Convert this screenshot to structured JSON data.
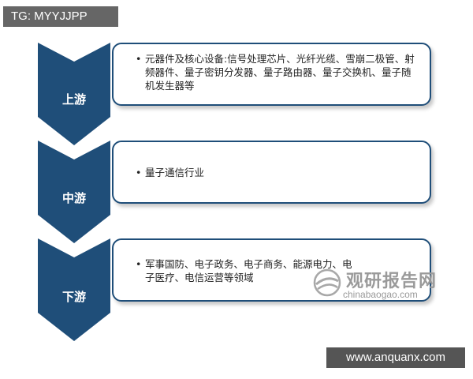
{
  "header_tag": "TG: MYYJJPP",
  "stages": [
    {
      "label": "上游",
      "bullet": "•",
      "text": "元器件及核心设备:信号处理芯片、光纤光缆、雪崩二极管、射频器件、量子密钥分发器、量子路由器、量子交换机、量子随机发生器等"
    },
    {
      "label": "中游",
      "bullet": "•",
      "text": "量子通信行业"
    },
    {
      "label": "下游",
      "bullet": "•",
      "text": "军事国防、电子政务、电子商务、能源电力、电子医疗、电信运营等领域"
    }
  ],
  "watermark": {
    "title": "观研报告网",
    "url": "chinabaogao.com"
  },
  "footer": "www.anquanx.com",
  "colors": {
    "chevron": "#1f4e79",
    "box_border": "#1f4e79",
    "tag_bg": "#666666",
    "footer_bg": "#555555"
  },
  "icons": {
    "chevron": "chevron-down-arrow-shape",
    "watermark_logo": "globe-logo"
  }
}
